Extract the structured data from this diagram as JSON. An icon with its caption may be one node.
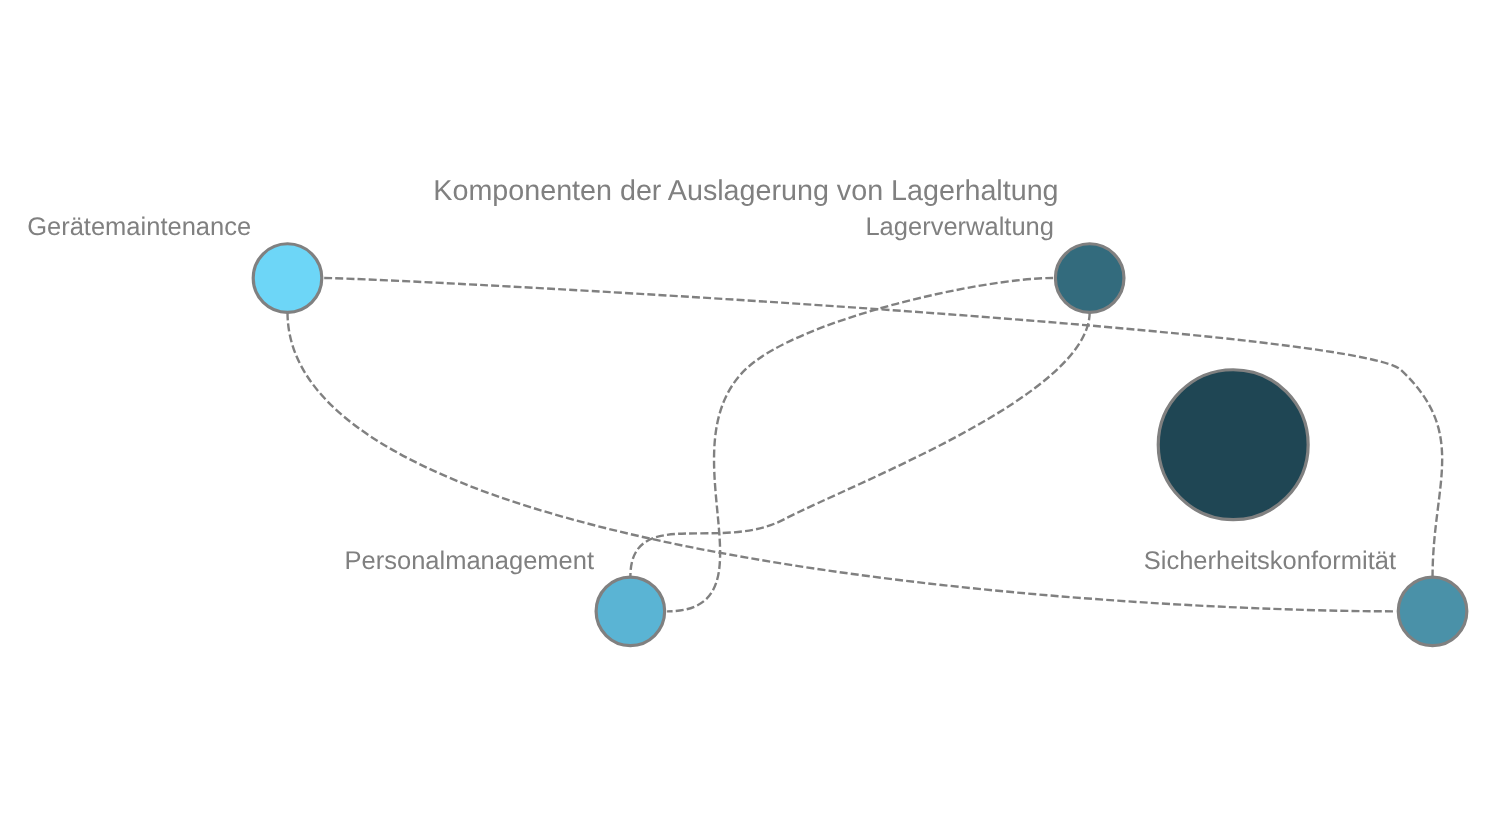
{
  "diagram": {
    "title": "Komponenten der Auslagerung von Lagerhaltung",
    "nodes": [
      {
        "text": [],
        "shape": "circle"
      },
      {
        "text": [],
        "shape": "circle",
        "beside": [
          "Gerätemaintenance"
        ]
      },
      {
        "text": [],
        "shape": "circle",
        "beside": [
          "Lagerverwaltung"
        ]
      },
      {
        "text": [],
        "shape": "circle",
        "beside": [
          "Personalmanagement"
        ]
      },
      {
        "text": [],
        "shape": "circle",
        "beside": [
          "Sicherheitskonformität"
        ]
      }
    ],
    "edges": [
      {
        "from": 1,
        "to": 4,
        "arrow": "none",
        "style": "dashed"
      },
      {
        "from": 1,
        "to": 4,
        "arrow": "none",
        "style": "dashed"
      },
      {
        "from": 2,
        "to": 3,
        "arrow": "none",
        "style": "dashed"
      },
      {
        "from": 2,
        "to": 3,
        "arrow": "none",
        "style": "dashed"
      }
    ]
  }
}
